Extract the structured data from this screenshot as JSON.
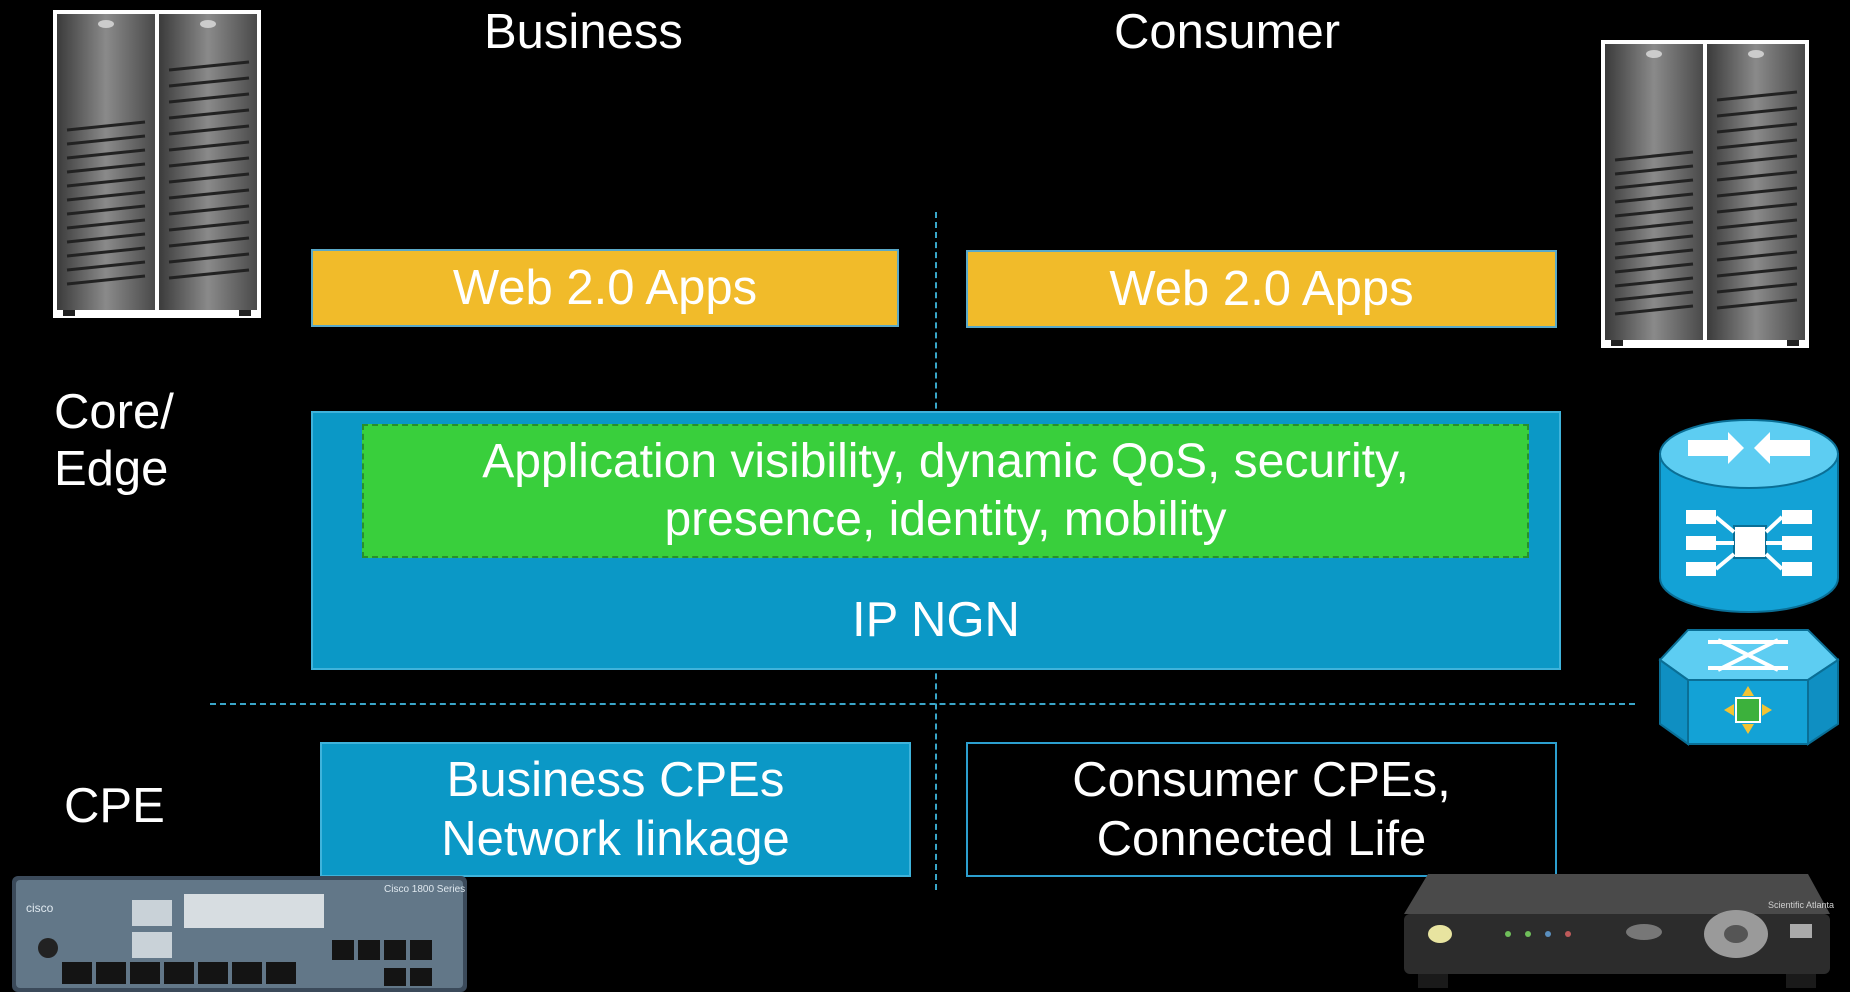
{
  "headings": {
    "business": "Business",
    "consumer": "Consumer"
  },
  "side_labels": {
    "core_edge_line1": "Core/",
    "core_edge_line2": "Edge",
    "cpe": "CPE"
  },
  "boxes": {
    "web_apps_business": "Web 2.0 Apps",
    "web_apps_consumer": "Web 2.0 Apps",
    "services_line1": "Application visibility, dynamic QoS, security,",
    "services_line2": "presence, identity, mobility",
    "ip_ngn": "IP NGN",
    "business_cpe_line1": "Business CPEs",
    "business_cpe_line2": "Network linkage",
    "consumer_cpe_line1": "Consumer CPEs,",
    "consumer_cpe_line2": "Connected Life"
  },
  "device_labels": {
    "router_brand": "cisco",
    "router_series": "Cisco 1800 Series",
    "settop_brand": "Scientific Atlanta"
  },
  "colors": {
    "background": "#000000",
    "web_apps": "#f1bb2a",
    "ip_ngn": "#0b98c6",
    "services": "#39cf3c",
    "divider": "#3aa6c9"
  },
  "icons": {
    "server_left": "server-tower-icon",
    "server_right": "server-tower-icon",
    "router": "router-cylinder-icon",
    "switch": "multilayer-switch-icon",
    "cisco_router": "cisco-1800-router-icon",
    "settop_box": "settop-box-icon"
  }
}
